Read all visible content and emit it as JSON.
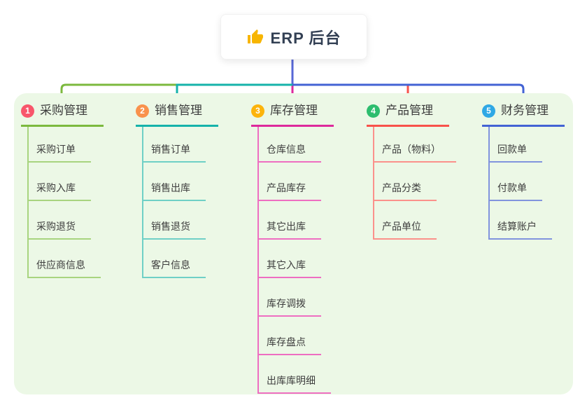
{
  "root": {
    "title": "ERP 后台",
    "icon": "thumbs-up-icon",
    "icon_color": "#f7b500"
  },
  "panel": {
    "background": "#ecf8e6"
  },
  "connector_color": "#5767d6",
  "branches": [
    {
      "num": "1",
      "label": "采购管理",
      "badge_color": "#f8566b",
      "line_color": "#7cb93e",
      "light_line_color": "#a8d47f",
      "items": [
        "采购订单",
        "采购入库",
        "采购退货",
        "供应商信息"
      ]
    },
    {
      "num": "2",
      "label": "销售管理",
      "badge_color": "#f9924c",
      "line_color": "#16b3aa",
      "light_line_color": "#6fd0c6",
      "items": [
        "销售订单",
        "销售出库",
        "销售退货",
        "客户信息"
      ]
    },
    {
      "num": "3",
      "label": "库存管理",
      "badge_color": "#fcb40c",
      "line_color": "#dd2a9c",
      "light_line_color": "#ee6ec1",
      "items": [
        "仓库信息",
        "产品库存",
        "其它出库",
        "其它入库",
        "库存调拨",
        "库存盘点",
        "出库库明细"
      ]
    },
    {
      "num": "4",
      "label": "产品管理",
      "badge_color": "#2dbd6e",
      "line_color": "#f8524b",
      "light_line_color": "#fb918b",
      "items": [
        "产品（物料）",
        "产品分类",
        "产品单位"
      ]
    },
    {
      "num": "5",
      "label": "财务管理",
      "badge_color": "#2fa8e5",
      "line_color": "#4363d4",
      "light_line_color": "#8194dd",
      "items": [
        "回款单",
        "付款单",
        "结算账户"
      ]
    }
  ]
}
